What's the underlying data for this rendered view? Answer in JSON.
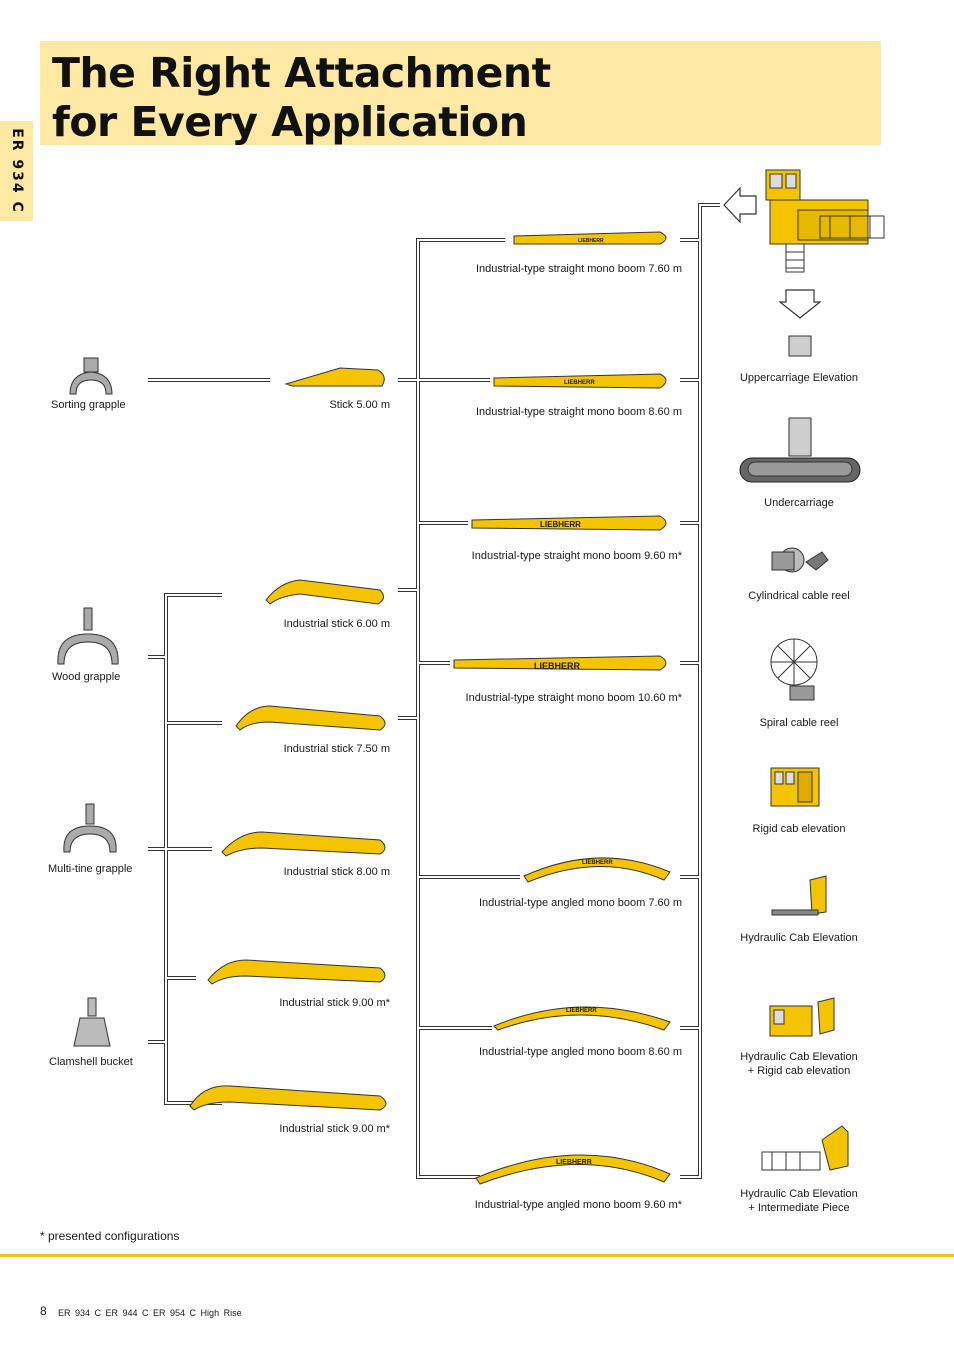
{
  "title": {
    "line1": "The Right Attachment",
    "line2": "for Every Application"
  },
  "side_tab": "ER 934 C",
  "tools": [
    {
      "label": "Sorting grapple"
    },
    {
      "label": "Wood grapple"
    },
    {
      "label": "Multi-tine grapple"
    },
    {
      "label": "Clamshell bucket"
    }
  ],
  "sticks": [
    {
      "label": "Stick 5.00 m"
    },
    {
      "label": "Industrial stick 6.00 m"
    },
    {
      "label": "Industrial stick 7.50 m"
    },
    {
      "label": "Industrial stick 8.00 m"
    },
    {
      "label": "Industrial stick 9.00 m*"
    },
    {
      "label": "Industrial stick 9.00 m*"
    }
  ],
  "booms": [
    {
      "label": "Industrial-type straight mono boom 7.60 m"
    },
    {
      "label": "Industrial-type straight mono boom 8.60 m"
    },
    {
      "label": "Industrial-type straight mono boom 9.60 m*"
    },
    {
      "label": "Industrial-type straight mono boom 10.60 m*"
    },
    {
      "label": "Industrial-type angled mono boom 7.60 m"
    },
    {
      "label": "Industrial-type angled mono boom 8.60 m"
    },
    {
      "label": "Industrial-type angled mono boom 9.60 m*"
    }
  ],
  "brand_mark": "LIEBHERR",
  "components": [
    {
      "label": "Uppercarriage Elevation"
    },
    {
      "label": "Undercarriage"
    },
    {
      "label": "Cylindrical cable reel"
    },
    {
      "label": "Spiral cable reel"
    },
    {
      "label": "Rigid cab elevation"
    },
    {
      "label": "Hydraulic Cab Elevation"
    },
    {
      "label": "Hydraulic Cab Elevation",
      "label2": "+ Rigid cab elevation"
    },
    {
      "label": "Hydraulic Cab Elevation",
      "label2": "+ Intermediate Piece"
    }
  ],
  "note": "* presented configurations",
  "footer": {
    "page": "8",
    "models": "ER 934 C   ER 944 C   ER 954 C High Rise"
  },
  "colors": {
    "accent_yellow": "#f2c318",
    "title_bg": "#fde9a3",
    "machine_yellow": "#f5c400"
  }
}
